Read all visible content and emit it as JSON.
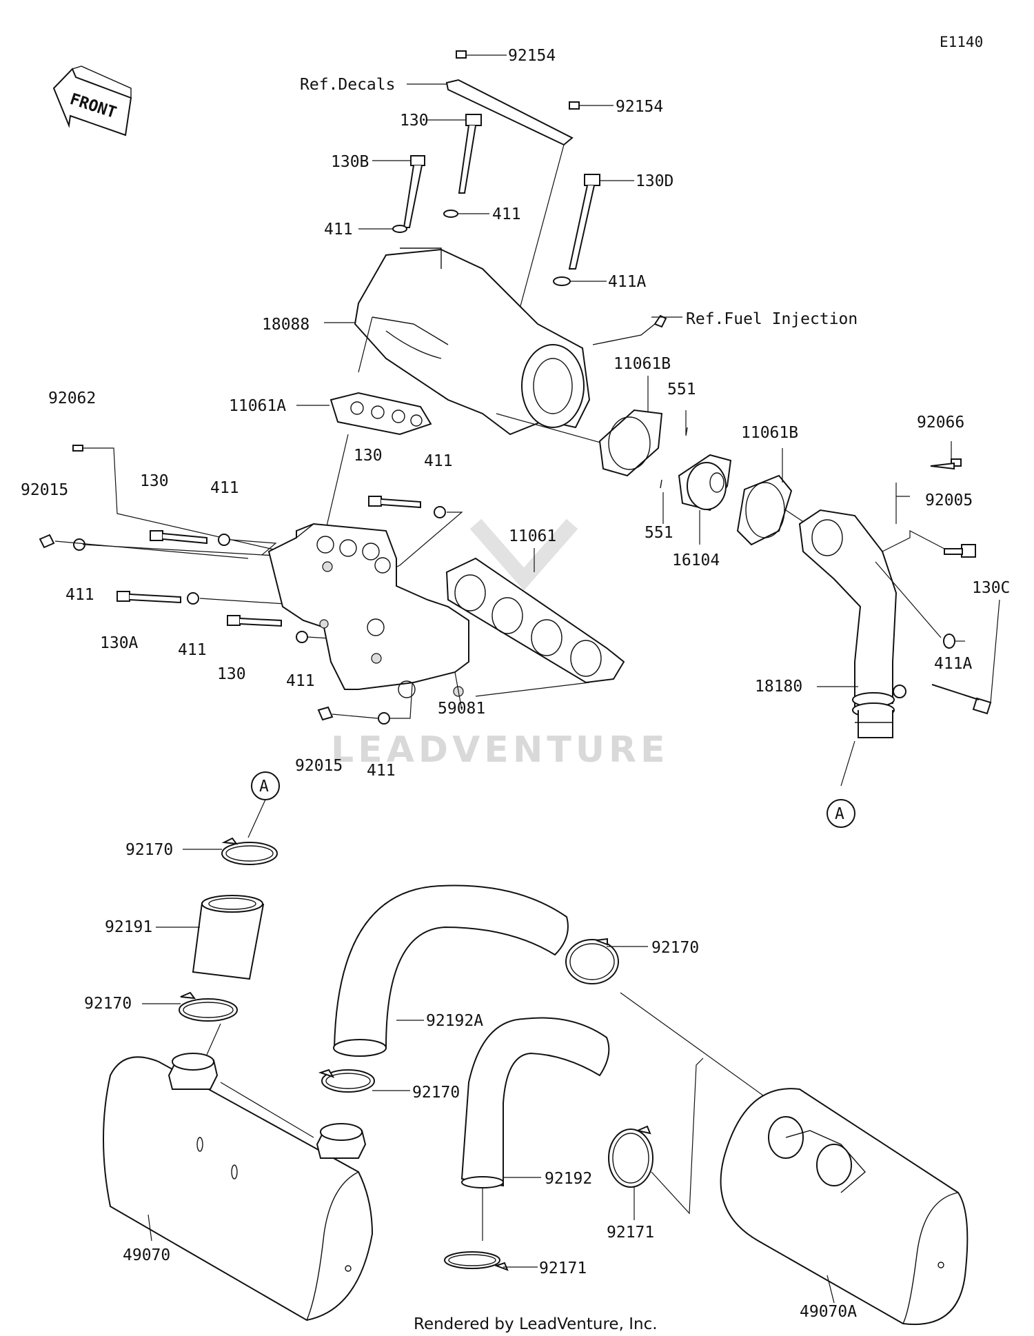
{
  "diagram_code": "E1140",
  "front_arrow_label": "FRONT",
  "watermark": "LEADVENTURE",
  "credit": "Rendered by LeadVenture, Inc.",
  "references": {
    "decals": "Ref.Decals",
    "fuel_injection": "Ref.Fuel Injection"
  },
  "callout_marker": "A",
  "labels": [
    {
      "id": "p92154a",
      "text": "92154"
    },
    {
      "id": "p92154b",
      "text": "92154"
    },
    {
      "id": "p130top",
      "text": "130"
    },
    {
      "id": "p130B",
      "text": "130B"
    },
    {
      "id": "p130D",
      "text": "130D"
    },
    {
      "id": "p411a",
      "text": "411"
    },
    {
      "id": "p411b",
      "text": "411"
    },
    {
      "id": "p411A_top",
      "text": "411A"
    },
    {
      "id": "p18088",
      "text": "18088"
    },
    {
      "id": "p11061A",
      "text": "11061A"
    },
    {
      "id": "p11061B_a",
      "text": "11061B"
    },
    {
      "id": "p551a",
      "text": "551"
    },
    {
      "id": "p11061B_b",
      "text": "11061B"
    },
    {
      "id": "p92066",
      "text": "92066"
    },
    {
      "id": "p92062",
      "text": "92062"
    },
    {
      "id": "p130mid",
      "text": "130"
    },
    {
      "id": "p411c",
      "text": "411"
    },
    {
      "id": "p92015a",
      "text": "92015"
    },
    {
      "id": "p130left",
      "text": "130"
    },
    {
      "id": "p411d",
      "text": "411"
    },
    {
      "id": "p11061",
      "text": "11061"
    },
    {
      "id": "p551b",
      "text": "551"
    },
    {
      "id": "p92005",
      "text": "92005"
    },
    {
      "id": "p411e",
      "text": "411"
    },
    {
      "id": "p16104",
      "text": "16104"
    },
    {
      "id": "p130C",
      "text": "130C"
    },
    {
      "id": "p130A",
      "text": "130A"
    },
    {
      "id": "p411f",
      "text": "411"
    },
    {
      "id": "p130low",
      "text": "130"
    },
    {
      "id": "p411g",
      "text": "411"
    },
    {
      "id": "p18180",
      "text": "18180"
    },
    {
      "id": "p411A_low",
      "text": "411A"
    },
    {
      "id": "p59081",
      "text": "59081"
    },
    {
      "id": "p92015b",
      "text": "92015"
    },
    {
      "id": "p411h",
      "text": "411"
    },
    {
      "id": "p92170a",
      "text": "92170"
    },
    {
      "id": "p92191",
      "text": "92191"
    },
    {
      "id": "p92170b",
      "text": "92170"
    },
    {
      "id": "p92170c",
      "text": "92170"
    },
    {
      "id": "p92192A",
      "text": "92192A"
    },
    {
      "id": "p92170d",
      "text": "92170"
    },
    {
      "id": "p92192",
      "text": "92192"
    },
    {
      "id": "p92171a",
      "text": "92171"
    },
    {
      "id": "p49070",
      "text": "49070"
    },
    {
      "id": "p92171b",
      "text": "92171"
    },
    {
      "id": "p49070A",
      "text": "49070A"
    }
  ]
}
